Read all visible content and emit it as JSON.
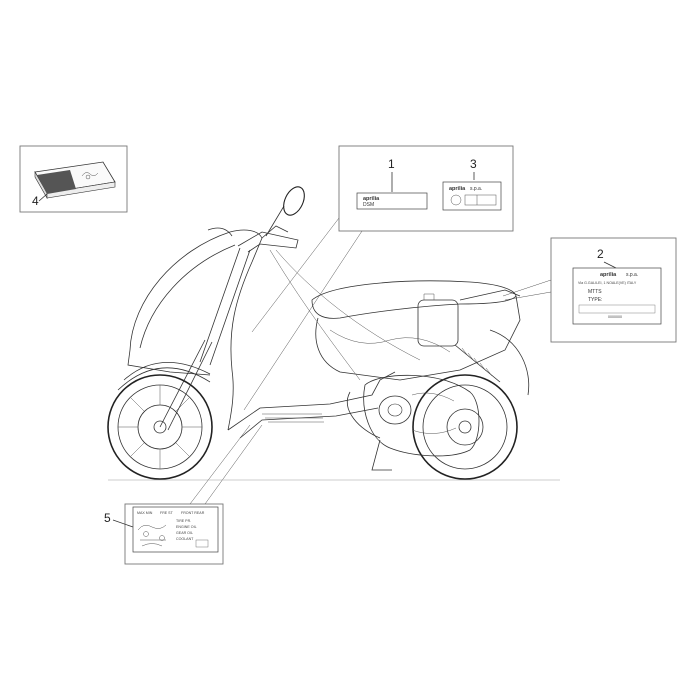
{
  "callouts": {
    "c1": "1",
    "c2": "2",
    "c3": "3",
    "c4": "4",
    "c5": "5"
  },
  "decals": {
    "decal1": {
      "line1": "aprilia",
      "line2": "DSM"
    },
    "decal3": {
      "brand": "aprilia",
      "suffix": "s.p.a."
    },
    "decal2": {
      "brand": "aprilia",
      "suffix": "s.p.a.",
      "address": "Via G.GALILEI, 1 NOALE(VE) ITALY",
      "mtts": "MTTS",
      "type": "TYPE:",
      "code": "0000000"
    },
    "decal5": {
      "col_a": "MAX  MIN",
      "col_b": "FRE  ST",
      "col_c": "FRONT  REAR",
      "note_1": "TIRE PR.",
      "note_2": "ENGINE OIL",
      "note_3": "GEAR OIL",
      "note_4": "COOLANT"
    }
  },
  "colors": {
    "line": "#333333",
    "box": "#777777",
    "label_fill": "#ffffff",
    "manual_band": "#555555"
  }
}
